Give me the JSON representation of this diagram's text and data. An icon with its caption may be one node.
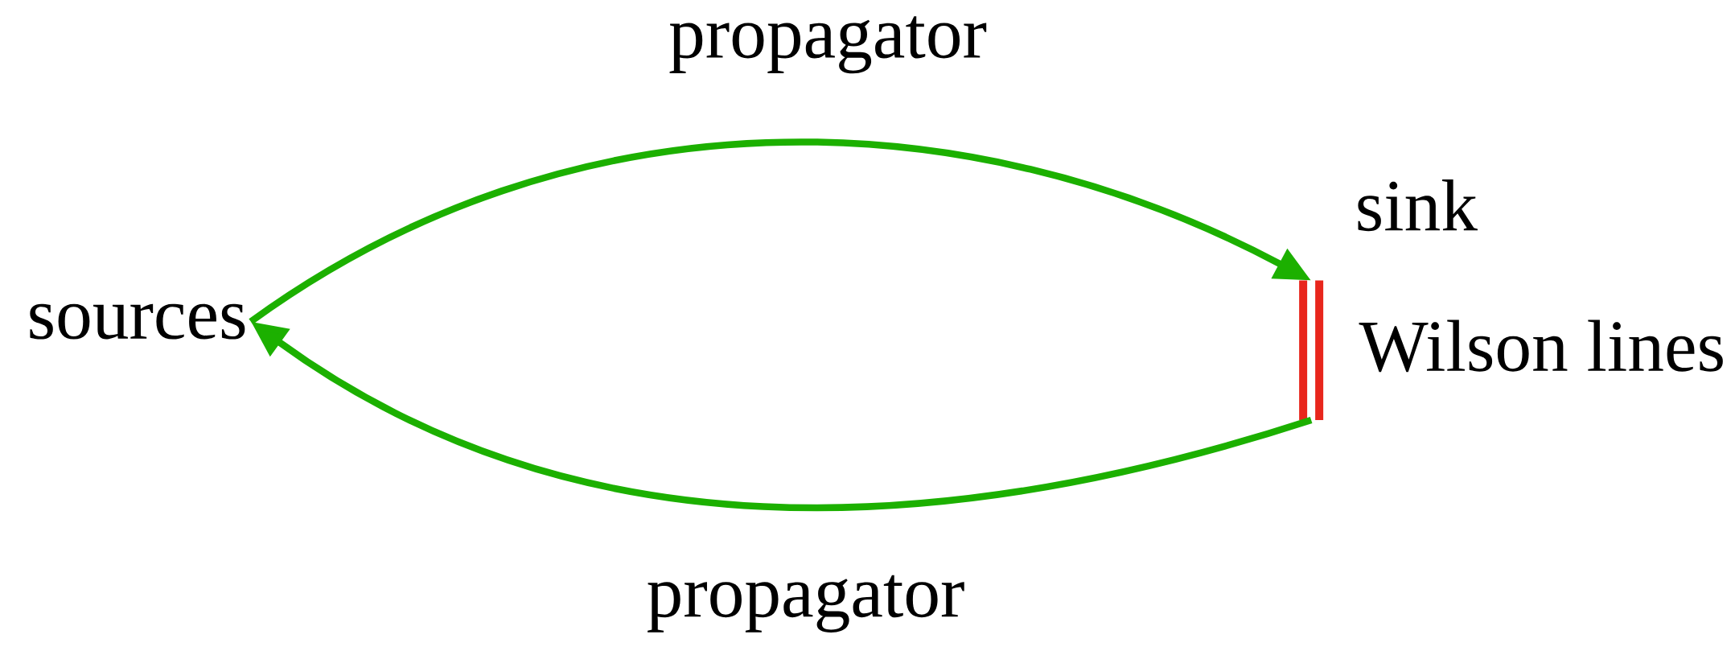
{
  "diagram": {
    "nodes": [
      {
        "text": [
          "sources"
        ]
      },
      {
        "text": [],
        "shape": "bar",
        "beside": [
          "Wilson lines"
        ]
      }
    ],
    "edges": [
      {
        "from": 0,
        "to": 1,
        "arrow": "to",
        "label": "propagator"
      },
      {
        "from": 1,
        "to": 0,
        "arrow": "to",
        "label": "propagator"
      }
    ],
    "labels": [
      "sink"
    ]
  }
}
